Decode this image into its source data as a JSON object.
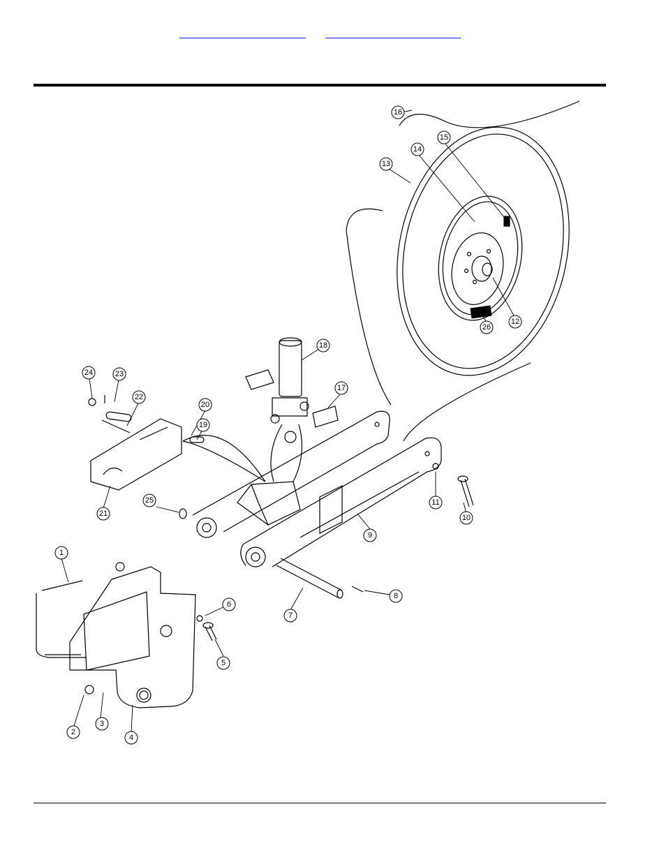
{
  "header": {
    "link_left": "",
    "link_right": ""
  },
  "parts": [
    {
      "id": "1",
      "label": "1"
    },
    {
      "id": "2",
      "label": "2"
    },
    {
      "id": "3",
      "label": "3"
    },
    {
      "id": "4",
      "label": "4"
    },
    {
      "id": "5",
      "label": "5"
    },
    {
      "id": "6",
      "label": "6"
    },
    {
      "id": "7",
      "label": "7"
    },
    {
      "id": "8",
      "label": "8"
    },
    {
      "id": "9",
      "label": "9"
    },
    {
      "id": "10",
      "label": "10"
    },
    {
      "id": "11",
      "label": "11"
    },
    {
      "id": "12",
      "label": "12"
    },
    {
      "id": "13",
      "label": "13"
    },
    {
      "id": "14",
      "label": "14"
    },
    {
      "id": "15",
      "label": "15"
    },
    {
      "id": "16",
      "label": "16"
    },
    {
      "id": "17",
      "label": "17"
    },
    {
      "id": "18",
      "label": "18"
    },
    {
      "id": "19",
      "label": "19"
    },
    {
      "id": "20",
      "label": "20"
    },
    {
      "id": "21",
      "label": "21"
    },
    {
      "id": "22",
      "label": "22"
    },
    {
      "id": "23",
      "label": "23"
    },
    {
      "id": "24",
      "label": "24"
    },
    {
      "id": "25",
      "label": "25"
    },
    {
      "id": "26",
      "label": "26"
    }
  ],
  "colors": {
    "link": "#1a1aff",
    "line": "#000000"
  }
}
